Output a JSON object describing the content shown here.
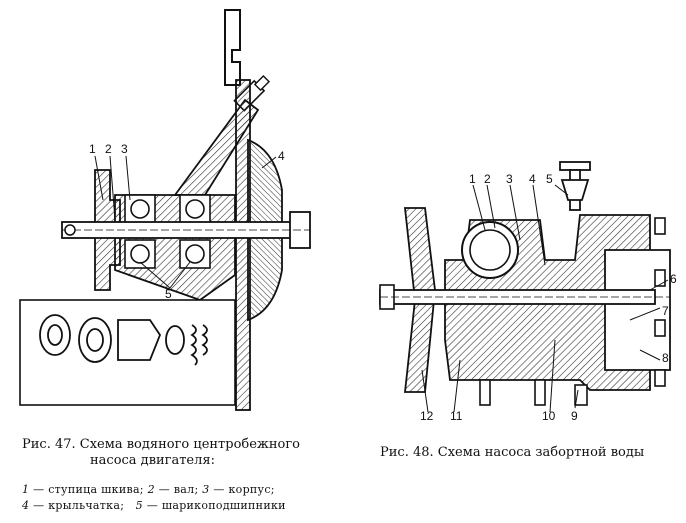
{
  "fig47": {
    "caption_line1": "Рис. 47. Схема водяного центробежного",
    "caption_line2": "насоса двигателя:",
    "legend": [
      {
        "num": "1",
        "text": "— ступица шкива;"
      },
      {
        "num": "2",
        "text": "— вал;"
      },
      {
        "num": "3",
        "text": "— корпус;"
      },
      {
        "num": "4",
        "text": "— крыльчатка;"
      },
      {
        "num": "5",
        "text": "— шарикоподшипники"
      }
    ],
    "callouts": [
      "1",
      "2",
      "3",
      "4",
      "5"
    ]
  },
  "fig48": {
    "caption": "Рис. 48. Схема насоса забортной воды",
    "callouts": [
      "1",
      "2",
      "3",
      "4",
      "5",
      "6",
      "7",
      "8",
      "9",
      "10",
      "11",
      "12"
    ]
  },
  "colors": {
    "ink": "#111111",
    "hatch": "#333333",
    "paper": "#ffffff"
  }
}
